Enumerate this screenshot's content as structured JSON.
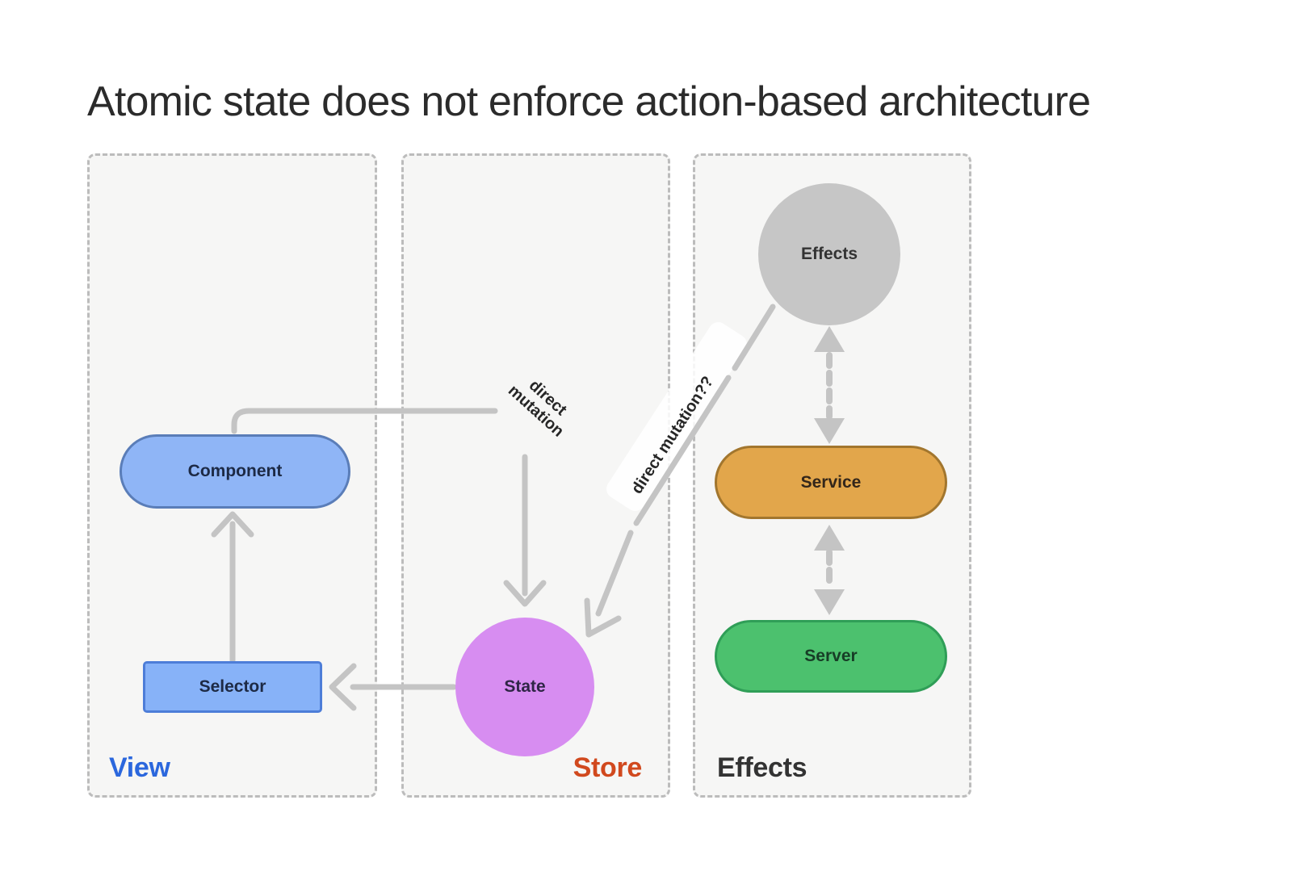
{
  "title": "Atomic state does not enforce action-based architecture",
  "colors": {
    "arrow": "#c4c4c4",
    "panel_border": "#bcbcbc",
    "panel_bg": "#f6f6f5",
    "title_text": "#2b2b2b"
  },
  "panels": {
    "view": {
      "label": "View",
      "label_color": "#2b67dd"
    },
    "store": {
      "label": "Store",
      "label_color": "#d1491e"
    },
    "effects": {
      "label": "Effects",
      "label_color": "#333333"
    }
  },
  "nodes": {
    "component": {
      "label": "Component",
      "fill": "#8fb5f6",
      "border": "#5a7db8",
      "text": "#1d2a45"
    },
    "selector": {
      "label": "Selector",
      "fill": "#87b2f8",
      "border": "#4d7dd8",
      "text": "#1d2a45"
    },
    "state": {
      "label": "State",
      "fill": "#d78df1",
      "border": "#d78df1",
      "text": "#2f2546"
    },
    "effects": {
      "label": "Effects",
      "fill": "#c6c6c6",
      "border": "#c6c6c6",
      "text": "#333333"
    },
    "service": {
      "label": "Service",
      "fill": "#e2a64b",
      "border": "#a2762e",
      "text": "#33261a"
    },
    "server": {
      "label": "Server",
      "fill": "#4cc16e",
      "border": "#2f9e57",
      "text": "#173d26"
    }
  },
  "edges": {
    "component_to_state": {
      "label": "direct\nmutation"
    },
    "effects_to_state": {
      "label": "direct mutation??"
    }
  }
}
